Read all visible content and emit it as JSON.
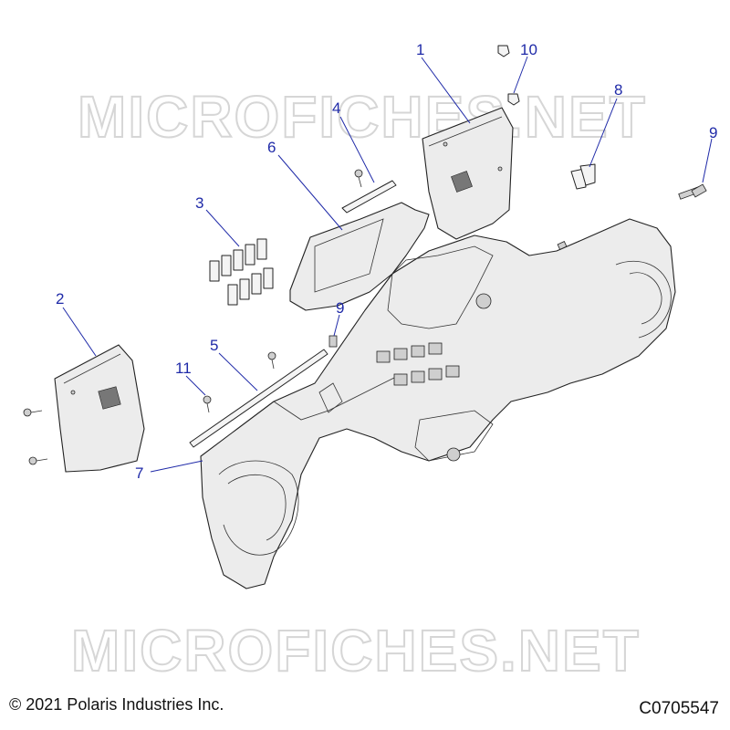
{
  "watermark": "MICROFICHES.NET",
  "copyright": "© 2021 Polaris Industries Inc.",
  "diagram_code": "C0705547",
  "callouts": [
    "1",
    "2",
    "3",
    "4",
    "5",
    "6",
    "7",
    "8",
    "9",
    "9",
    "10",
    "11"
  ],
  "colors": {
    "callout": "#1f2aa8",
    "line": "#222222",
    "fill": "#ececec"
  }
}
